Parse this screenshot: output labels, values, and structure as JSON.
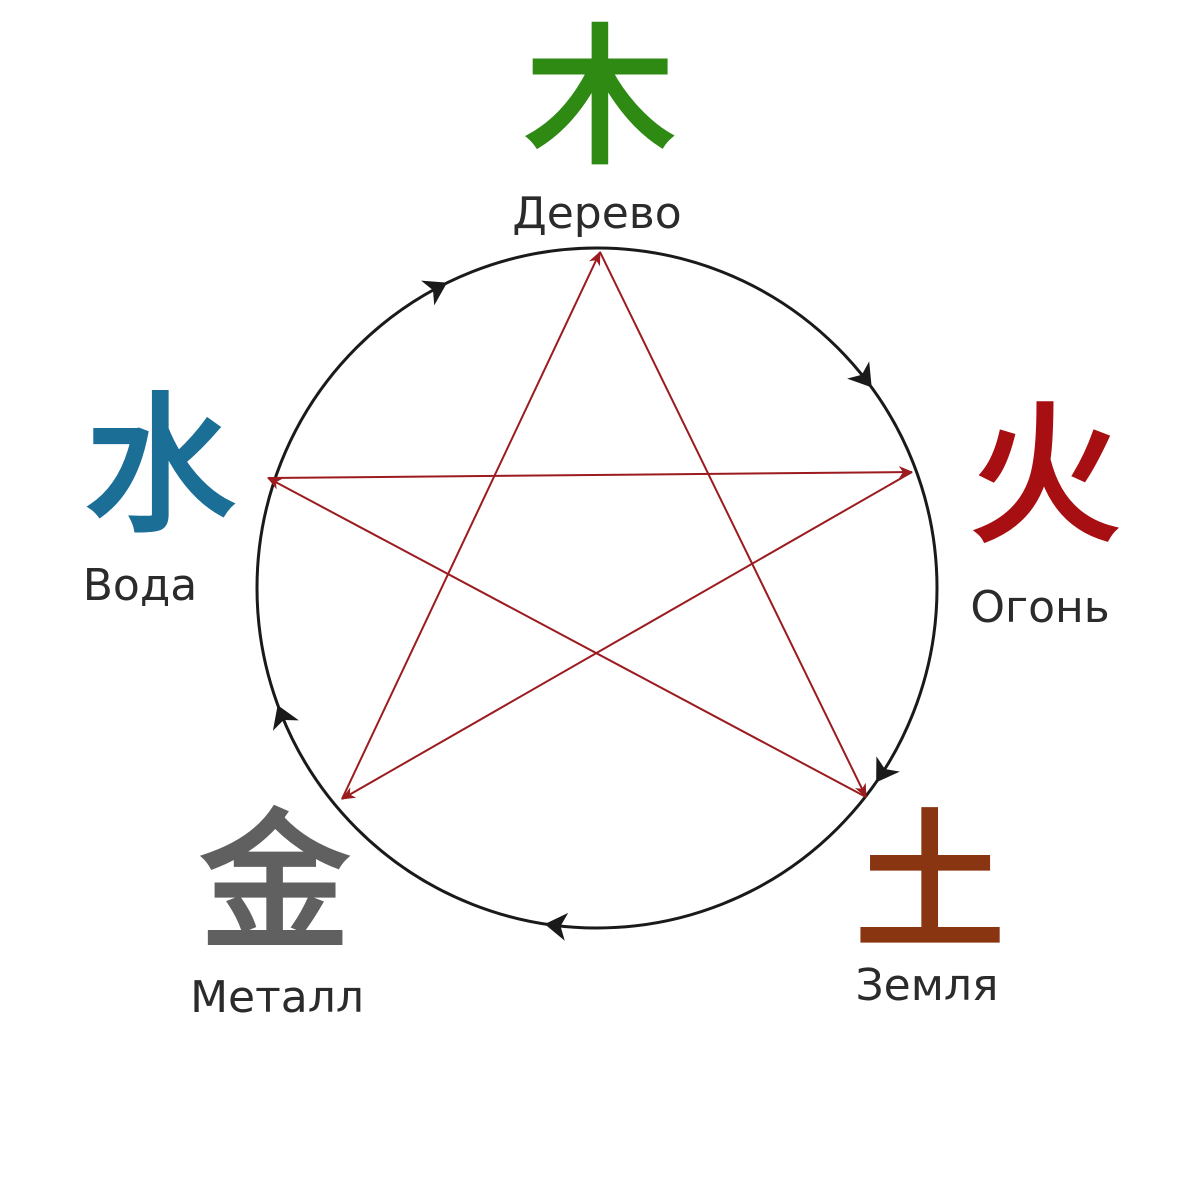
{
  "colors": {
    "cycle": "#1a1a1a",
    "star": "#9b1b1f"
  },
  "elements": [
    {
      "id": "wood",
      "character": "木",
      "label": "Дерево",
      "color": "#2e8a13"
    },
    {
      "id": "fire",
      "character": "火",
      "label": "Огонь",
      "color": "#a80f12"
    },
    {
      "id": "earth",
      "character": "土",
      "label": "Земля",
      "color": "#8a3512"
    },
    {
      "id": "metal",
      "character": "金",
      "label": "Металл",
      "color": "#606060"
    },
    {
      "id": "water",
      "character": "水",
      "label": "Вода",
      "color": "#1b6e96"
    }
  ]
}
